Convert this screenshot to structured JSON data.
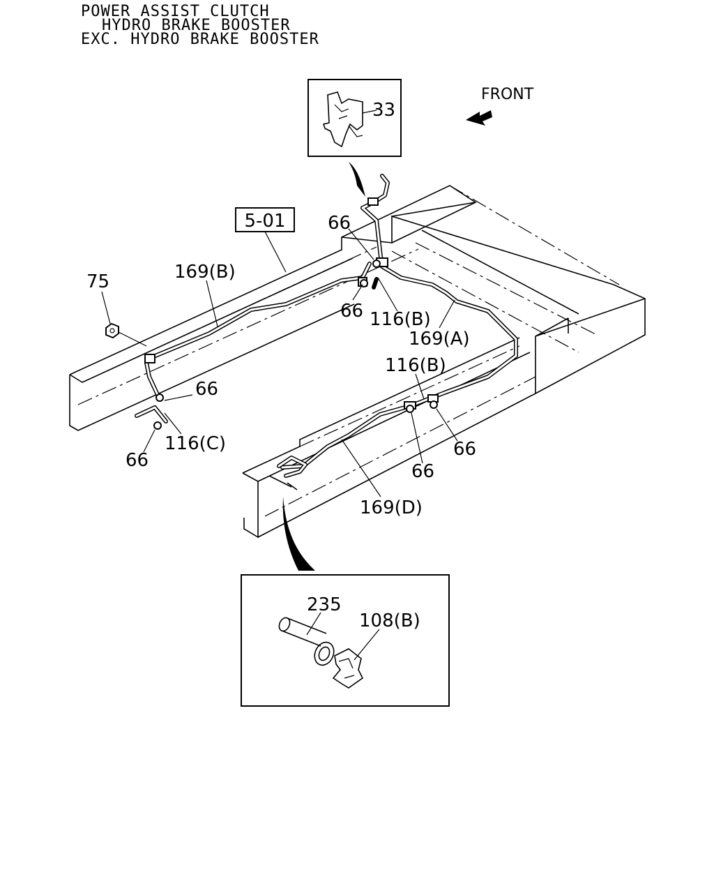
{
  "header": {
    "line1": "POWER ASSIST CLUTCH",
    "line2": "HYDRO BRAKE BOOSTER",
    "line3": "EXC. HYDRO BRAKE BOOSTER"
  },
  "direction_label": "FRONT",
  "reference_label": "5-01",
  "callouts": {
    "part_33": "33",
    "part_75": "75",
    "part_66_top": "66",
    "part_66_mid": "66",
    "part_66_left": "66",
    "part_66_bottom_left": "66",
    "part_66_right": "66",
    "part_66_lower": "66",
    "part_169_b": "169(B)",
    "part_169_a": "169(A)",
    "part_169_d": "169(D)",
    "part_116_b_top": "116(B)",
    "part_116_b_right": "116(B)",
    "part_116_c": "116(C)",
    "part_235": "235",
    "part_108_b": "108(B)"
  }
}
